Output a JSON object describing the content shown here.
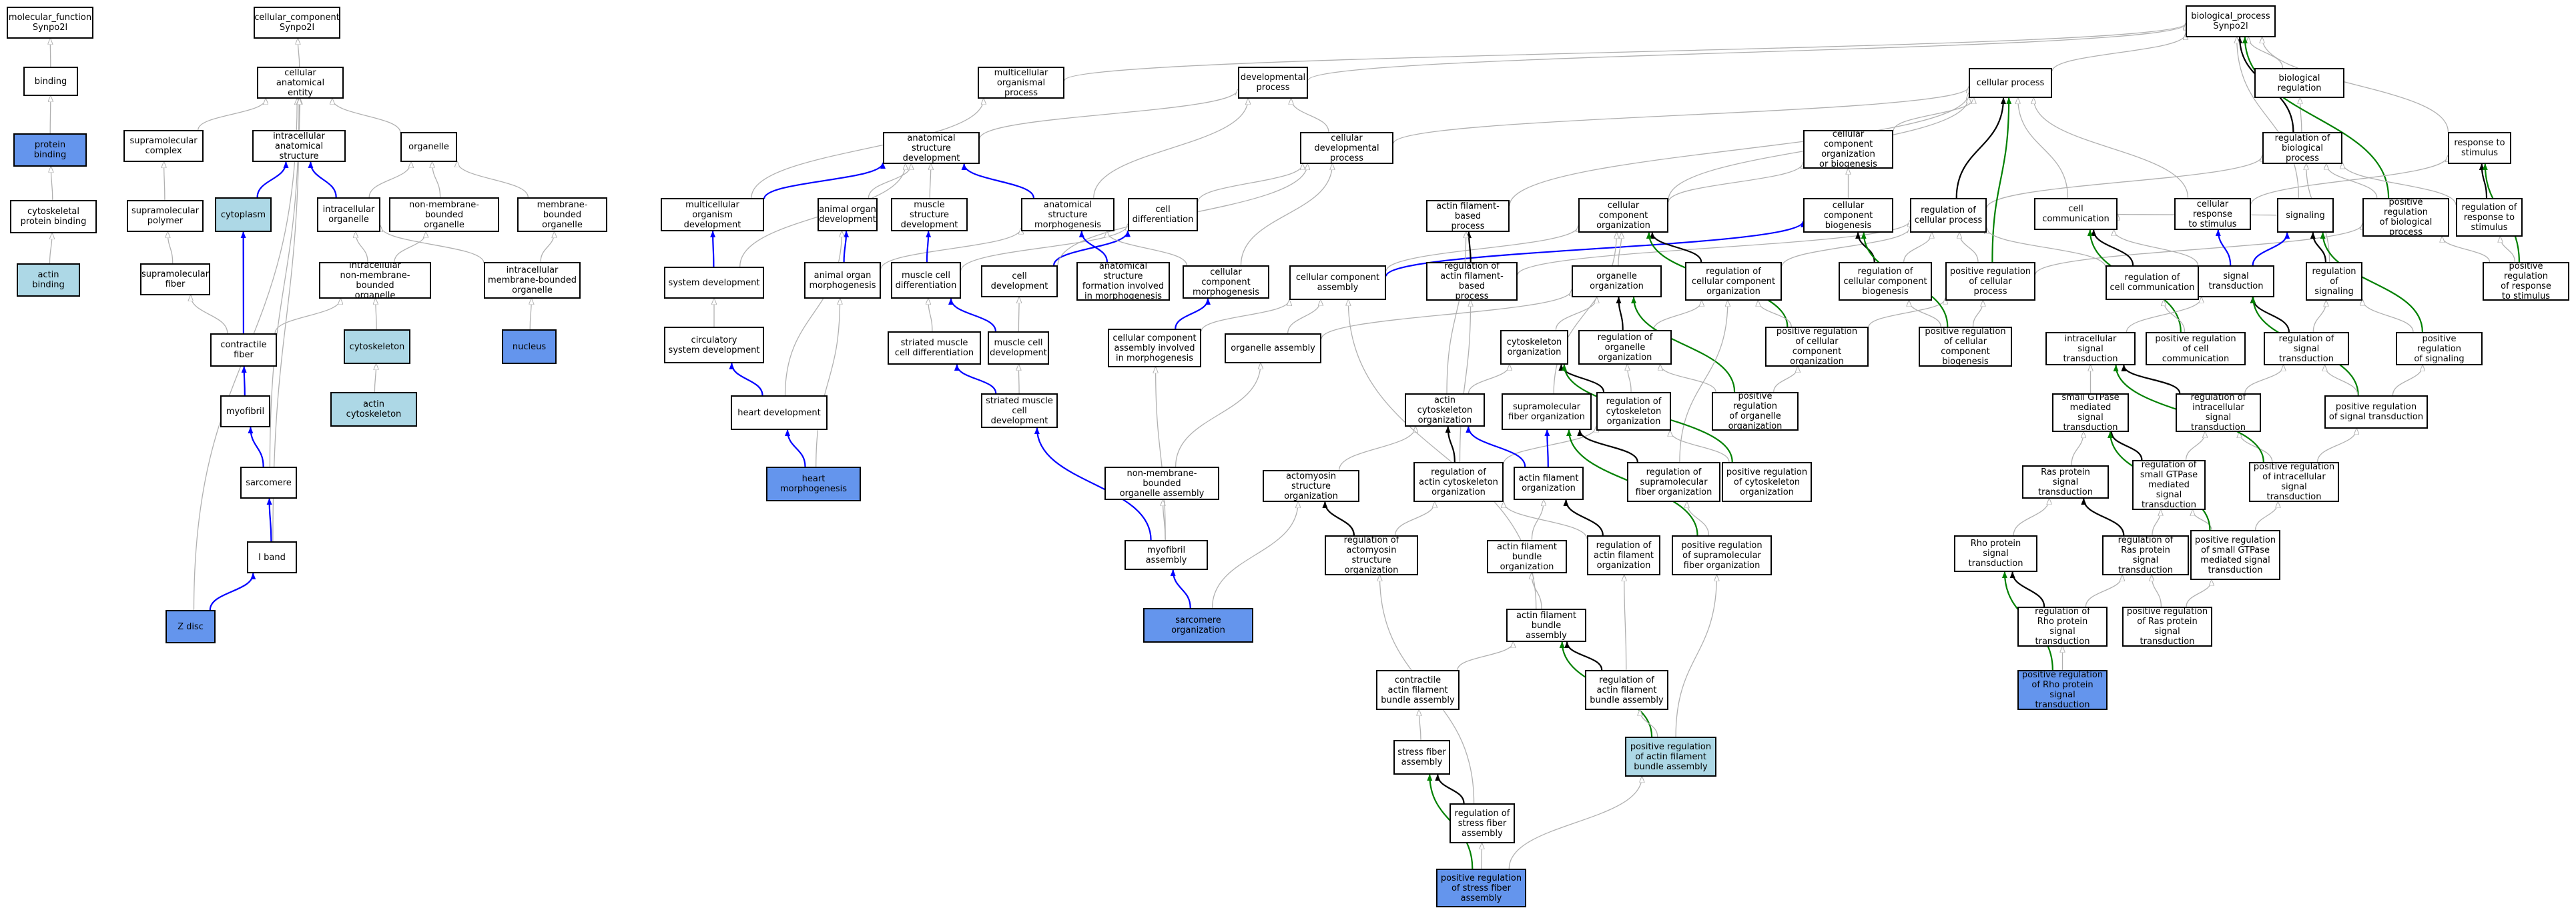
{
  "colors": {
    "border": "#000000",
    "light_blue": "#add8e6",
    "cornflower_blue": "#6495ed",
    "edge_is_a": "#b0b0b0",
    "edge_part_of": "#0000ff",
    "edge_regulates": "#000000",
    "edge_positively_regulates": "#008000"
  },
  "nodes": {
    "mf": "molecular_function\nSynpo2l",
    "binding": "binding",
    "protein_binding": "protein binding",
    "cyto_protein_binding": "cytoskeletal\nprotein binding",
    "actin_binding": "actin binding",
    "cc": "cellular_component\nSynpo2l",
    "cae": "cellular anatomical\nentity",
    "suprcomplex": "supramolecular\ncomplex",
    "suprpolymer": "supramolecular\npolymer",
    "suprfiber": "supramolecular\nfiber",
    "contractile_fiber": "contractile\nfiber",
    "myofibril": "myofibril",
    "sarcomere": "sarcomere",
    "iband": "I band",
    "zdisc": "Z disc",
    "ias": "intracellular\nanatomical structure",
    "cytoplasm": "cytoplasm",
    "intra_organelle": "intracellular\norganelle",
    "organelle": "organelle",
    "nmbo": "non-membrane-bounded\norganelle",
    "mbo": "membrane-bounded\norganelle",
    "inmbo": "intracellular\nnon-membrane-bounded\norganelle",
    "imbo": "intracellular\nmembrane-bounded\norganelle",
    "cytoskeleton": "cytoskeleton",
    "actin_cytoskeleton": "actin cytoskeleton",
    "nucleus": "nucleus",
    "bp": "biological_process\nSynpo2l",
    "mop": "multicellular\norganismal process",
    "dev_process": "developmental\nprocess",
    "cell_process": "cellular process",
    "bio_reg": "biological regulation",
    "asd": "anatomical structure\ndevelopment",
    "cdp": "cellular developmental\nprocess",
    "ccob": "cellular component\norganization\nor biogenesis",
    "reg_bp": "regulation of\nbiological process",
    "resp_stim": "response to\nstimulus",
    "mod": "multicellular\norganism development",
    "aod": "animal organ\ndevelopment",
    "msd": "muscle structure\ndevelopment",
    "asm": "anatomical structure\nmorphogenesis",
    "cell_diff": "cell differentiation",
    "afbp": "actin filament-based\nprocess",
    "cco": "cellular component\norganization",
    "ccb": "cellular component\nbiogenesis",
    "reg_cp": "regulation of\ncellular process",
    "cell_comm": "cell communication",
    "cell_resp": "cellular response\nto stimulus",
    "signaling": "signaling",
    "pos_reg_bp": "positive regulation\nof biological\nprocess",
    "reg_resp": "regulation of\nresponse to\nstimulus",
    "sys_dev": "system development",
    "aom": "animal organ\nmorphogenesis",
    "mcd": "muscle cell\ndifferentiation",
    "cell_dev": "cell development",
    "asfim": "anatomical structure\nformation involved\nin morphogenesis",
    "ccm": "cellular component\nmorphogenesis",
    "cca": "cellular component\nassembly",
    "reg_afbp": "regulation of\nactin filament-based\nprocess",
    "org_org": "organelle organization",
    "reg_cco": "regulation of\ncellular component\norganization",
    "reg_ccb": "regulation of\ncellular component\nbiogenesis",
    "pos_reg_cp": "positive regulation\nof cellular\nprocess",
    "reg_cell_comm": "regulation of\ncell communication",
    "signal_trans": "signal transduction",
    "reg_signaling": "regulation of\nsignaling",
    "pos_reg_resp": "positive regulation\nof response\nto stimulus",
    "csd": "circulatory\nsystem development",
    "smcd": "striated muscle\ncell differentiation",
    "mcdev": "muscle cell\ndevelopment",
    "ccaim": "cellular component\nassembly involved\nin morphogenesis",
    "org_assembly": "organelle assembly",
    "cyto_org": "cytoskeleton\norganization",
    "reg_org_org": "regulation of\norganelle organization",
    "pos_reg_cco": "positive regulation\nof cellular\ncomponent organization",
    "pos_reg_ccb": "positive regulation\nof cellular\ncomponent biogenesis",
    "pos_reg_cell_comm": "positive regulation\nof cell communication",
    "intra_st": "intracellular\nsignal transduction",
    "reg_st": "regulation of\nsignal transduction",
    "pos_reg_signaling": "positive regulation\nof signaling",
    "heart_dev": "heart development",
    "heart_morph": "heart morphogenesis",
    "smcdev": "striated muscle\ncell development",
    "aco": "actin cytoskeleton\norganization",
    "sfo": "supramolecular\nfiber organization",
    "reg_cyto_org": "regulation of\ncytoskeleton\norganization",
    "pos_reg_org_org": "positive regulation\nof organelle\norganization",
    "small_gtpase": "small GTPase\nmediated signal\ntransduction",
    "reg_intra_st": "regulation of\nintracellular\nsignal transduction",
    "pos_reg_st": "positive regulation\nof signal transduction",
    "nmboa": "non-membrane-bounded\norganelle assembly",
    "aso": "actomyosin structure\norganization",
    "reg_aco": "regulation of\nactin cytoskeleton\norganization",
    "afo": "actin filament\norganization",
    "reg_sfo": "regulation of\nsupramolecular\nfiber organization",
    "pos_reg_cyto_org": "positive regulation\nof cytoskeleton\norganization",
    "ras_st": "Ras protein\nsignal transduction",
    "reg_small_gtpase": "regulation of\nsmall GTPase\nmediated signal\ntransduction",
    "pos_reg_intra_st": "positive regulation\nof intracellular\nsignal transduction",
    "myofibril_assembly": "myofibril assembly",
    "sarcomere_org": "sarcomere organization",
    "reg_aso": "regulation of\nactomyosin structure\norganization",
    "afbo": "actin filament\nbundle organization",
    "reg_afo": "regulation of\nactin filament\norganization",
    "pos_reg_sfo": "positive regulation\nof supramolecular\nfiber organization",
    "rho_st": "Rho protein\nsignal transduction",
    "reg_ras_st": "regulation of\nRas protein\nsignal transduction",
    "pos_reg_small_gtpase": "positive regulation\nof small GTPase\nmediated signal\ntransduction",
    "afba": "actin filament\nbundle assembly",
    "reg_rho_st": "regulation of\nRho protein\nsignal transduction",
    "pos_reg_ras_st": "positive regulation\nof Ras protein\nsignal transduction",
    "cafba": "contractile\nactin filament\nbundle assembly",
    "reg_afba": "regulation of\nactin filament\nbundle assembly",
    "pos_reg_afba": "positive regulation\nof actin filament\nbundle assembly",
    "pos_reg_rho_st": "positive regulation\nof Rho protein\nsignal transduction",
    "sfa": "stress fiber\nassembly",
    "reg_sfa": "regulation of\nstress fiber\nassembly",
    "pos_reg_sfa": "positive regulation\nof stress fiber\nassembly"
  }
}
